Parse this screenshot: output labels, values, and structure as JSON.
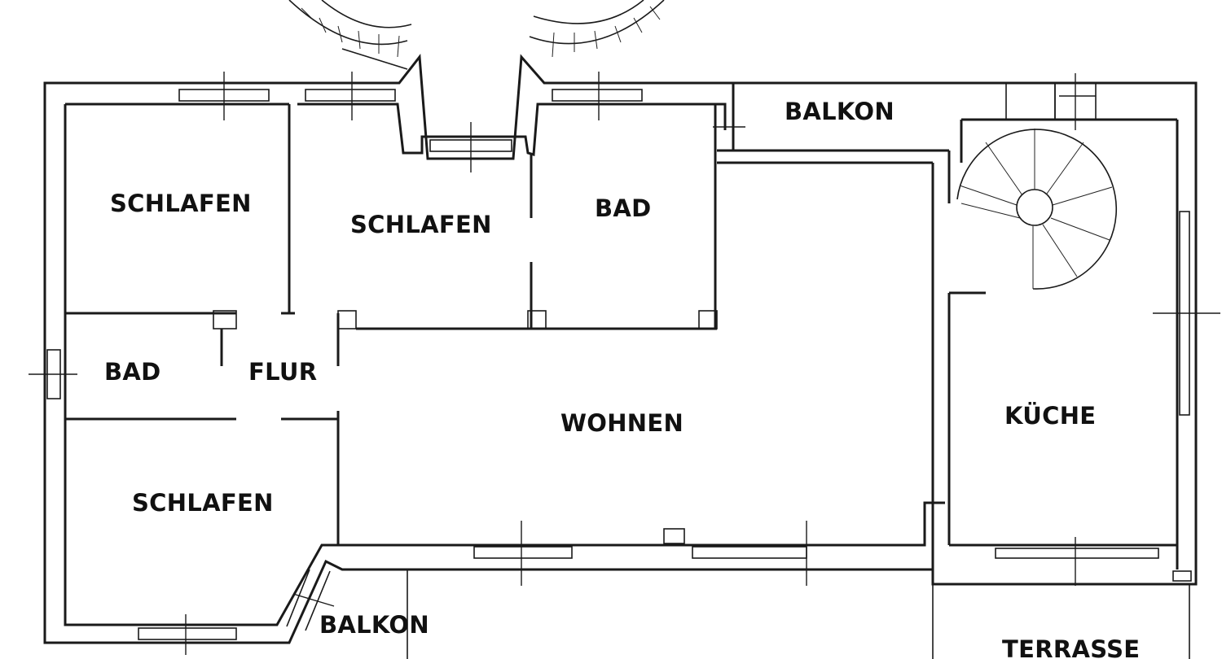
{
  "rooms": {
    "schlafen_1": "SCHLAFEN",
    "schlafen_2": "SCHLAFEN",
    "schlafen_3": "SCHLAFEN",
    "bad_1": "BAD",
    "bad_2": "BAD",
    "flur": "FLUR",
    "wohnen": "WOHNEN",
    "kueche": "KÜCHE",
    "balkon_top": "BALKON",
    "balkon_bottom": "BALKON",
    "terrasse": "TERRASSE"
  },
  "colors": {
    "ink": "#1a1a1a",
    "paper": "#ffffff"
  }
}
